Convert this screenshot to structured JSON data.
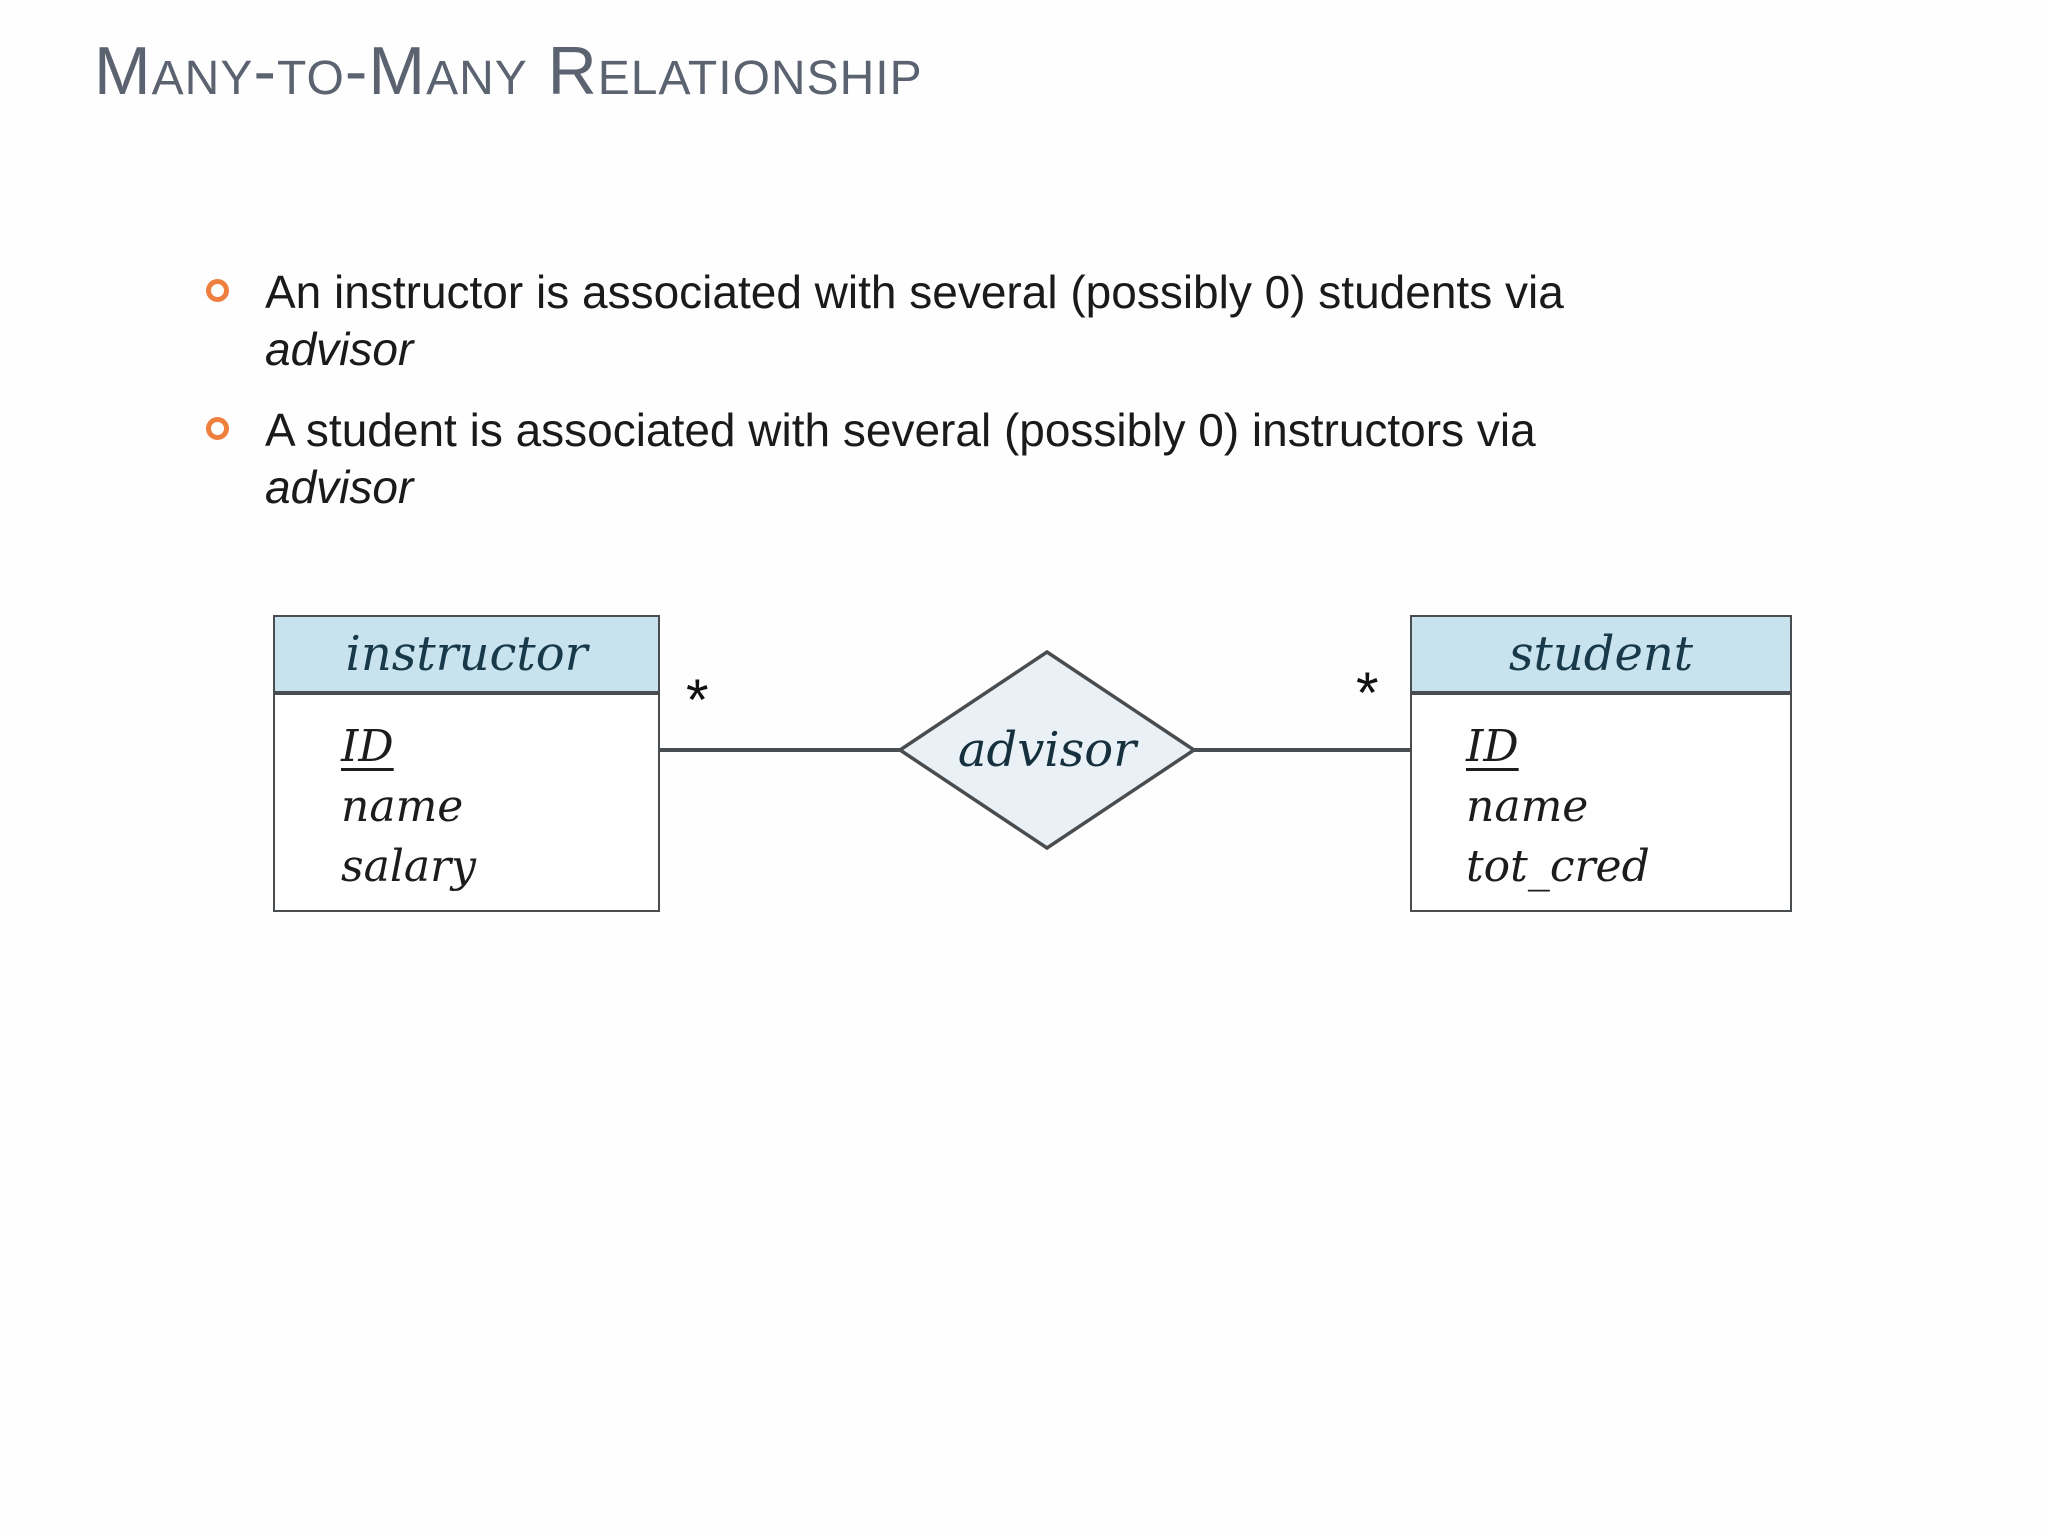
{
  "slide": {
    "title": "Many-to-Many Relationship"
  },
  "bullets": [
    {
      "line": "An instructor is associated with several (possibly 0) students via",
      "term": "advisor"
    },
    {
      "line": "A student is associated with several (possibly 0) instructors via",
      "term": "advisor"
    }
  ],
  "diagram": {
    "entities": [
      {
        "name": "instructor",
        "attributes": [
          "ID",
          "name",
          "salary"
        ],
        "primary_key": "ID"
      },
      {
        "name": "student",
        "attributes": [
          "ID",
          "name",
          "tot_cred"
        ],
        "primary_key": "ID"
      }
    ],
    "relationship": {
      "name": "advisor",
      "type": "many-to-many"
    },
    "cardinality_labels": {
      "left": "*",
      "right": "*"
    },
    "colors": {
      "title_text": "#5b6270",
      "bullet_marker": "#ee7f3f",
      "entity_header_fill": "#c8e3ee",
      "relationship_fill": "#e9f1f7",
      "outline": "#4a4d4f",
      "entity_title_text": "#17394a"
    }
  }
}
